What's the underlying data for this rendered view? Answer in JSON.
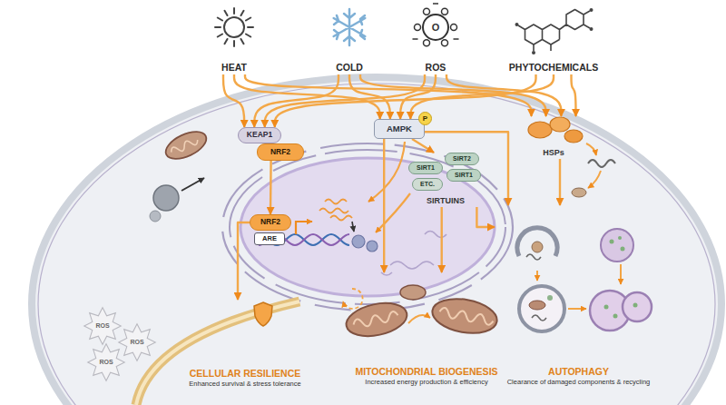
{
  "diagram": {
    "nodes": [
      {
        "text": [
          "HEAT"
        ]
      },
      {
        "text": [
          "COLD"
        ]
      },
      {
        "text": [
          "ROS"
        ]
      },
      {
        "text": [
          "PHYTOCHEMICALS"
        ]
      },
      {
        "text": [
          "KEAP1"
        ]
      },
      {
        "text": [
          "NRF2"
        ]
      },
      {
        "text": [
          "AMPK"
        ]
      },
      {
        "text": [
          "P"
        ]
      },
      {
        "text": [
          "HSPs"
        ]
      },
      {
        "text": [
          "SIRTUINS"
        ]
      },
      {
        "text": [
          "SIRT2"
        ],
        "in": 9
      },
      {
        "text": [
          "SIRT1"
        ],
        "in": 9
      },
      {
        "text": [
          "SIRT1"
        ],
        "in": 9
      },
      {
        "text": [
          "ETC."
        ],
        "in": 9
      },
      {
        "text": [
          "NRF2"
        ]
      },
      {
        "text": [
          "ARE"
        ]
      },
      {
        "text": [
          "CELLULAR RESILIENCE",
          "Enhanced survival & stress tolerance"
        ]
      },
      {
        "text": [
          "MITOCHONDRIAL BIOGENESIS",
          "Increased energy production & efficiency"
        ]
      },
      {
        "text": [
          "AUTOPHAGY",
          "Clearance of damaged components & recycling"
        ]
      },
      {
        "text": [
          "ROS"
        ]
      },
      {
        "text": [
          "ROS"
        ]
      },
      {
        "text": [
          "ROS"
        ]
      }
    ],
    "edges": [
      {
        "from": 0,
        "to": 4,
        "arrow": "to"
      },
      {
        "from": 0,
        "to": 6,
        "arrow": "to"
      },
      {
        "from": 0,
        "to": 8,
        "arrow": "to"
      },
      {
        "from": 1,
        "to": 4,
        "arrow": "to"
      },
      {
        "from": 1,
        "to": 6,
        "arrow": "to"
      },
      {
        "from": 1,
        "to": 8,
        "arrow": "to"
      },
      {
        "from": 2,
        "to": 4,
        "arrow": "to"
      },
      {
        "from": 2,
        "to": 6,
        "arrow": "to"
      },
      {
        "from": 2,
        "to": 8,
        "arrow": "to"
      },
      {
        "from": 3,
        "to": 4,
        "arrow": "to"
      },
      {
        "from": 3,
        "to": 6,
        "arrow": "to"
      },
      {
        "from": 3,
        "to": 8,
        "arrow": "to"
      },
      {
        "from": 5,
        "to": 14,
        "arrow": "to"
      },
      {
        "from": 14,
        "to": 16,
        "arrow": "to"
      },
      {
        "from": 6,
        "to": 9,
        "arrow": "to"
      },
      {
        "from": 6,
        "to": 17,
        "arrow": "to"
      },
      {
        "from": 6,
        "to": 18,
        "arrow": "to"
      },
      {
        "from": 9,
        "to": 17,
        "arrow": "to"
      },
      {
        "from": 9,
        "to": 18,
        "arrow": "to"
      },
      {
        "from": 8,
        "to": 18,
        "arrow": "to"
      }
    ],
    "labels": [
      "O"
    ]
  }
}
